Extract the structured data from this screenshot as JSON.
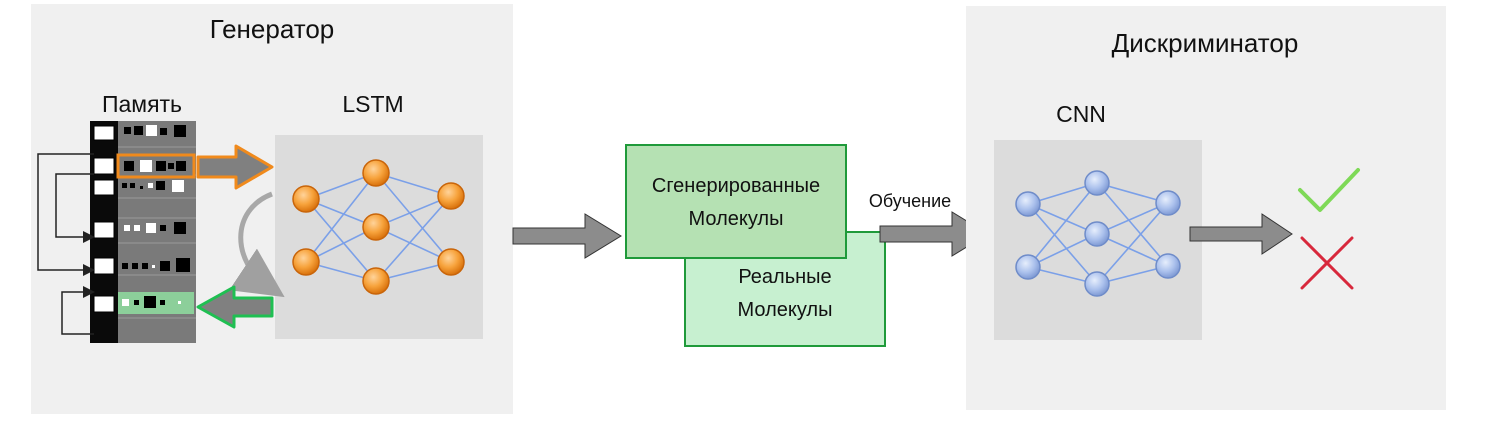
{
  "generator": {
    "title": "Генератор",
    "memory_label": "Память",
    "lstm_label": "LSTM"
  },
  "middle": {
    "generated_label": [
      "Сгенерированные",
      "Молекулы"
    ],
    "real_label": [
      "Реальные",
      "Молекулы"
    ],
    "training_label": "Обучение"
  },
  "discriminator": {
    "title": "Дискриминатор",
    "cnn_label": "CNN"
  },
  "outputs": {
    "accept_icon": "check-icon",
    "reject_icon": "cross-icon"
  },
  "colors": {
    "panel_bg": "#f0f0f0",
    "net_bg": "#dcdcdc",
    "orange": "#f08a1c",
    "green_border": "#1f9a3a",
    "generated_fill": "#b5e1b3",
    "real_fill": "#c7f0d0",
    "blue_node": "#a9c0ec",
    "check": "#7ed957",
    "cross": "#d8283c",
    "arrow_gray": "#8c8c8c"
  }
}
